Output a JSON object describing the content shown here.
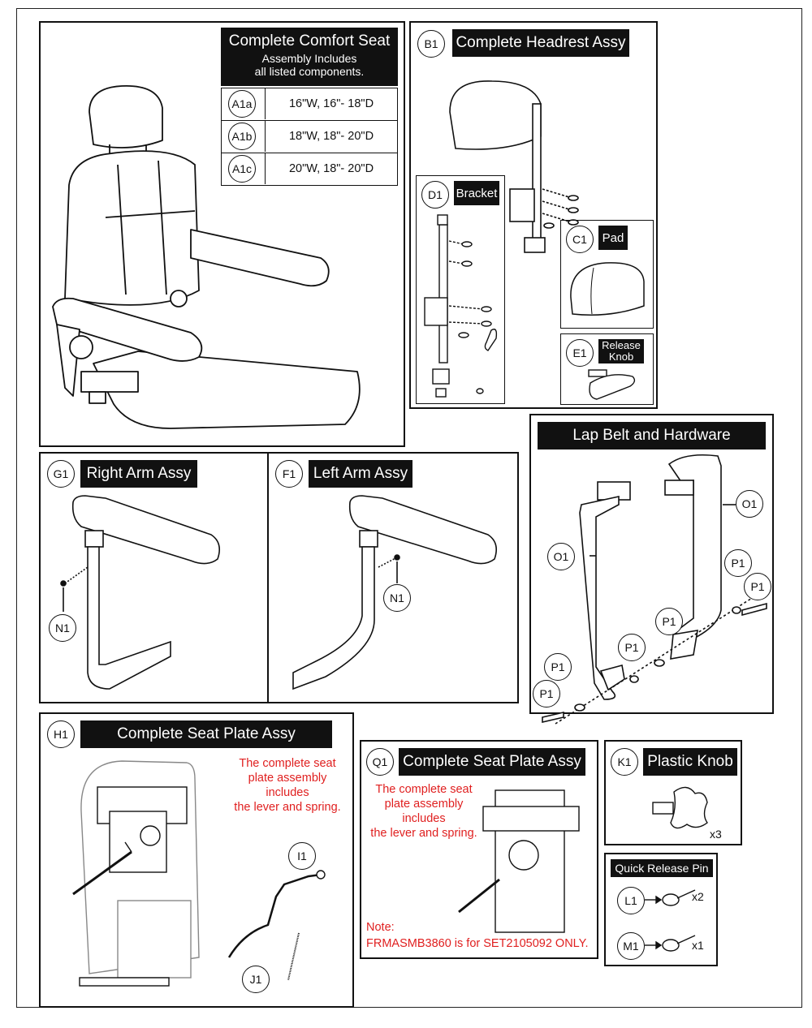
{
  "comfort_seat": {
    "title": "Complete Comfort Seat",
    "subtitle_line1": "Assembly Includes",
    "subtitle_line2": "all listed components.",
    "rows": [
      {
        "code": "A1a",
        "desc": "16\"W, 16\"- 18\"D"
      },
      {
        "code": "A1b",
        "desc": "18\"W, 18\"- 20\"D"
      },
      {
        "code": "A1c",
        "desc": "20\"W, 18\"- 20\"D"
      }
    ]
  },
  "headrest": {
    "code": "B1",
    "title": "Complete Headrest Assy",
    "bracket": {
      "code": "D1",
      "title": "Bracket"
    },
    "pad": {
      "code": "C1",
      "title": "Pad"
    },
    "knob": {
      "code": "E1",
      "title_line1": "Release",
      "title_line2": "Knob"
    }
  },
  "lap_belt": {
    "title": "Lap Belt and Hardware",
    "labels": {
      "o1": "O1",
      "p1": "P1"
    }
  },
  "right_arm": {
    "code": "G1",
    "title": "Right Arm Assy",
    "callout": "N1"
  },
  "left_arm": {
    "code": "F1",
    "title": "Left Arm Assy",
    "callout": "N1"
  },
  "seat_plate_h1": {
    "code": "H1",
    "title": "Complete Seat Plate Assy",
    "note_lines": [
      "The complete seat",
      "plate assembly",
      "includes",
      "the lever and spring."
    ],
    "lever_code": "I1",
    "spring_code": "J1"
  },
  "seat_plate_q1": {
    "code": "Q1",
    "title": "Complete Seat Plate Assy",
    "note_lines": [
      "The complete seat",
      "plate assembly",
      "includes",
      "the lever and spring."
    ],
    "note_label": "Note:",
    "note_text": "FRMASMB3860 is for SET2105092 ONLY."
  },
  "plastic_knob": {
    "code": "K1",
    "title": "Plastic Knob",
    "qty": "x3"
  },
  "quick_release": {
    "title": "Quick Release Pin",
    "items": [
      {
        "code": "L1",
        "qty": "x2"
      },
      {
        "code": "M1",
        "qty": "x1"
      }
    ]
  }
}
